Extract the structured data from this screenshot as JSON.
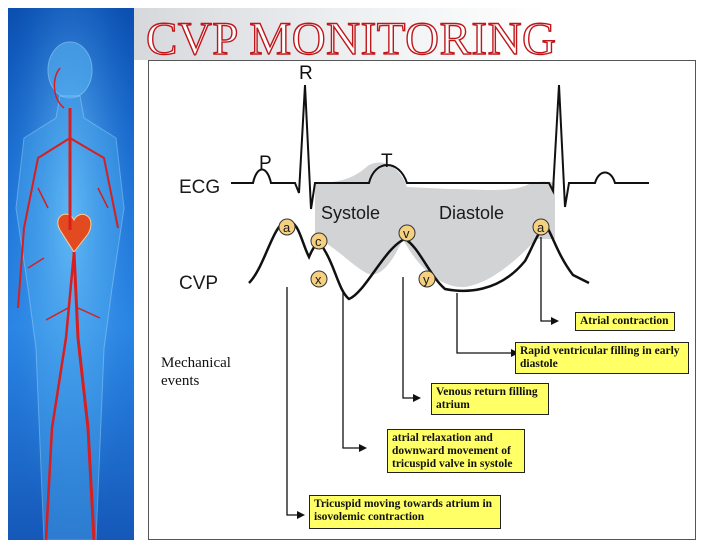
{
  "slide": {
    "title": "CVP MONITORING"
  },
  "diagram": {
    "trace_labels": {
      "ecg": "ECG",
      "cvp": "CVP"
    },
    "ecg_waves": {
      "p": "P",
      "r": "R",
      "t": "T"
    },
    "phases": {
      "systole": "Systole",
      "diastole": "Diastole"
    },
    "cvp_waves": {
      "a": "a",
      "c": "c",
      "v": "v",
      "x": "x",
      "y": "y",
      "a2": "a"
    },
    "mechanical_label": [
      "Mechanical",
      "events"
    ],
    "callouts": {
      "atrial_contraction": "Atrial contraction",
      "rapid_filling": "Rapid ventricular filling in early diastole",
      "venous_return": "Venous return filling atrium",
      "atrial_relaxation": "atrial relaxation and downward movement of tricuspid valve in systole",
      "tricuspid_moving": "Tricuspid moving towards atrium in isovolemic contraction"
    },
    "colors": {
      "callout_fill": "#ffff66",
      "shading": "#d2d3d5",
      "title_outline": "#c0161a",
      "panel_blue": "#1d73d6"
    }
  }
}
